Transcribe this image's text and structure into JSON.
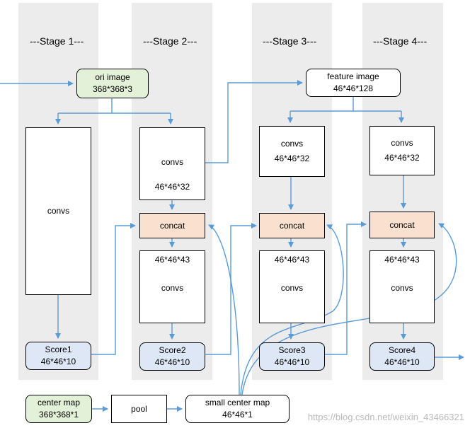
{
  "stages": [
    "---Stage 1---",
    "---Stage 2---",
    "---Stage 3---",
    "---Stage 4---"
  ],
  "ori_image": {
    "line1": "ori image",
    "line2": "368*368*3"
  },
  "feature_image": {
    "line1": "feature image",
    "line2": "46*46*128"
  },
  "stage1": {
    "convs": "convs",
    "score_name": "Score1",
    "score_dim": "46*46*10"
  },
  "stage2": {
    "convs_a": "convs",
    "convs_a_dim": "46*46*32",
    "concat": "concat",
    "convs_b_dim": "46*46*43",
    "convs_b": "convs",
    "score_name": "Score2",
    "score_dim": "46*46*10"
  },
  "stage3": {
    "convs_a": "convs",
    "convs_a_dim": "46*46*32",
    "concat": "concat",
    "convs_b_dim": "46*46*43",
    "convs_b": "convs",
    "score_name": "Score3",
    "score_dim": "46*46*10"
  },
  "stage4": {
    "convs_a": "convs",
    "convs_a_dim": "46*46*32",
    "concat": "concat",
    "convs_b_dim": "46*46*43",
    "convs_b": "convs",
    "score_name": "Score4",
    "score_dim": "46*46*10"
  },
  "center_map": {
    "line1": "center map",
    "line2": "368*368*1"
  },
  "pool": "pool",
  "small_center_map": {
    "line1": "small center map",
    "line2": "46*46*1"
  },
  "watermark": "https://blog.csdn.net/weixin_43466321",
  "colors": {
    "stage_bg": "#ececec",
    "arrow": "#5b9bd5",
    "green": "#e3f1d8",
    "blue": "#dde7f5",
    "peach": "#f9e0cf"
  }
}
